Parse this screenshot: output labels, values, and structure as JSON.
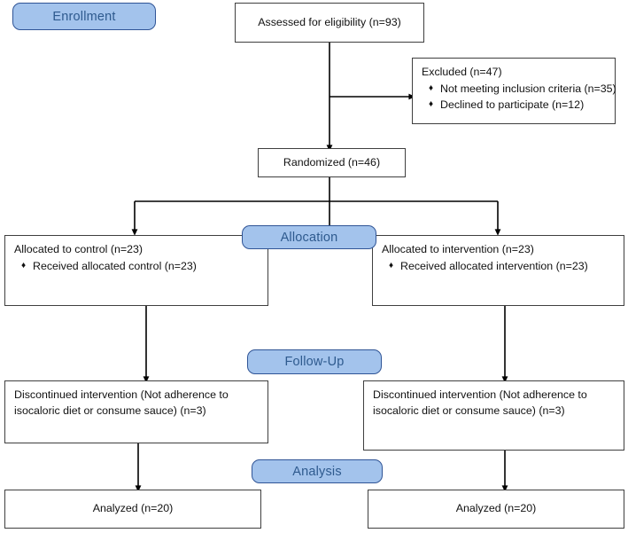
{
  "diagram": {
    "type": "consort-flow-diagram",
    "colors": {
      "banner_fill": "#a3c3ec",
      "banner_border": "#2f5496",
      "banner_text": "#2e5a8e",
      "box_border": "#3f3f3f",
      "box_fill": "#ffffff",
      "connector": "#000000"
    },
    "bullet_glyph": "♦"
  },
  "banners": {
    "enrollment": "Enrollment",
    "allocation": "Allocation",
    "followup": "Follow-Up",
    "analysis": "Analysis"
  },
  "nodes": {
    "assessed": {
      "title": "Assessed for eligibility (n=93)"
    },
    "excluded": {
      "title": "Excluded (n=47)",
      "items": [
        "Not meeting inclusion criteria (n=35)",
        "Declined to participate (n=12)"
      ]
    },
    "randomized": {
      "title": "Randomized (n=46)"
    },
    "allocated_control": {
      "title": "Allocated to control (n=23)",
      "items": [
        "Received allocated control (n=23)"
      ]
    },
    "allocated_intervention": {
      "title": "Allocated to intervention (n=23)",
      "items": [
        "Received allocated intervention (n=23)"
      ]
    },
    "followup_control": {
      "line1": "Discontinued intervention (Not adherence to",
      "line2": "isocaloric diet or consume sauce) (n=3)"
    },
    "followup_intervention": {
      "line1": "Discontinued intervention (Not adherence to",
      "line2": "isocaloric diet or consume sauce) (n=3)"
    },
    "analyzed_control": {
      "title": "Analyzed (n=20)"
    },
    "analyzed_intervention": {
      "title": "Analyzed (n=20)"
    }
  }
}
